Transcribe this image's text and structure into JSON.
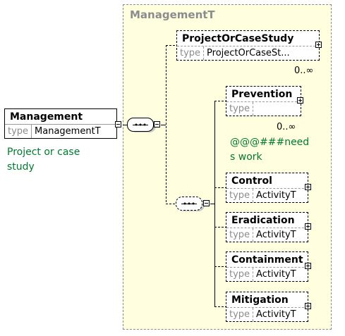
{
  "type_container": {
    "title": "ManagementT"
  },
  "root_element": {
    "name": "Management",
    "type_keyword": "type",
    "type_value": "ManagementT",
    "documentation": [
      "Project or case",
      "study"
    ]
  },
  "children": [
    {
      "id": "project",
      "name": "ProjectOrCaseStudy",
      "type_keyword": "type",
      "type_value": "ProjectOrCaseSt...",
      "cardinality": "0..∞",
      "optional": true
    },
    {
      "id": "prevention",
      "name": "Prevention",
      "type_keyword": "type",
      "type_value": "",
      "cardinality": "0..∞",
      "documentation": [
        "@@@###need",
        "s work"
      ],
      "optional": true
    },
    {
      "id": "control",
      "name": "Control",
      "type_keyword": "type",
      "type_value": "ActivityT",
      "optional": true
    },
    {
      "id": "eradication",
      "name": "Eradication",
      "type_keyword": "type",
      "type_value": "ActivityT",
      "optional": true
    },
    {
      "id": "containment",
      "name": "Containment",
      "type_keyword": "type",
      "type_value": "ActivityT",
      "optional": true
    },
    {
      "id": "mitigation",
      "name": "Mitigation",
      "type_keyword": "type",
      "type_value": "ActivityT",
      "optional": true
    }
  ],
  "colors": {
    "container_fill": "#ffffe0",
    "container_border": "#8c8c8c",
    "documentation_text": "#007a30",
    "type_keyword": "#8c8c8c"
  }
}
